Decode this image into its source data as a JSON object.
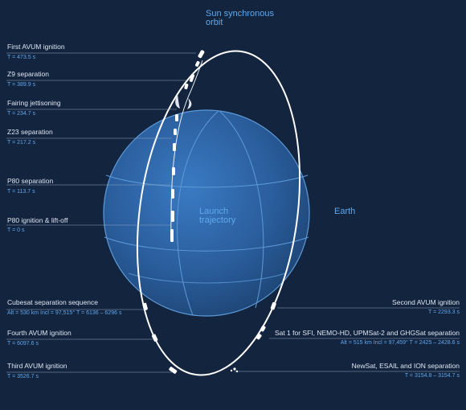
{
  "diagram": {
    "orbit_title": [
      "Sun synchronous",
      "orbit"
    ],
    "earth_label": "Earth",
    "trajectory_label": [
      "Launch",
      "trajectory"
    ],
    "events_left": [
      {
        "name": "First AVUM ignition",
        "detail": "T = 473.5 s"
      },
      {
        "name": "Z9 separation",
        "detail": "T = 389.9 s"
      },
      {
        "name": "Fairing jettisoning",
        "detail": "T = 234.7 s"
      },
      {
        "name": "Z23 separation",
        "detail": "T = 217.2 s"
      },
      {
        "name": "P80 separation",
        "detail": "T = 113.7 s"
      },
      {
        "name": "P80 ignition & lift-off",
        "detail": "T = 0 s"
      },
      {
        "name": "Cubesat separation sequence",
        "detail": "Alt = 530 km   Incl = 97,515°   T = 6136 – 6296 s"
      },
      {
        "name": "Fourth AVUM ignition",
        "detail": "T = 6097.6 s"
      },
      {
        "name": "Third AVUM ignition",
        "detail": "T = 3526.7 s"
      }
    ],
    "events_right": [
      {
        "name": "Second AVUM ignition",
        "detail": "T = 2293.3 s"
      },
      {
        "name": "Sat 1 for SFI, NEMO-HD, UPMSat-2  and GHGSat separation",
        "detail": "Alt = 515 km   Incl = 97,459°   T = 2425 – 2428.6 s"
      },
      {
        "name": "NewSat, ESAIL and ION separation",
        "detail": "T = 3154.8 – 3154.7 s"
      }
    ]
  }
}
